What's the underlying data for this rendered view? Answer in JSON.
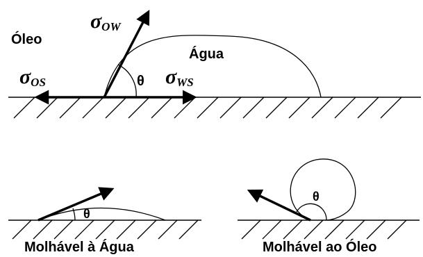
{
  "top_diagram": {
    "oil_label": "Óleo",
    "water_label": "Água",
    "theta": "θ",
    "sigma_ow": {
      "symbol": "σ",
      "subscript": "OW"
    },
    "sigma_os": {
      "symbol": "σ",
      "subscript": "OS"
    },
    "sigma_ws": {
      "symbol": "σ",
      "subscript": "WS"
    }
  },
  "bottom_left": {
    "theta": "θ",
    "caption": "Molhável à Água"
  },
  "bottom_right": {
    "theta": "θ",
    "caption": "Molhável ao Óleo"
  },
  "colors": {
    "ink": "#000000",
    "background": "#ffffff"
  }
}
